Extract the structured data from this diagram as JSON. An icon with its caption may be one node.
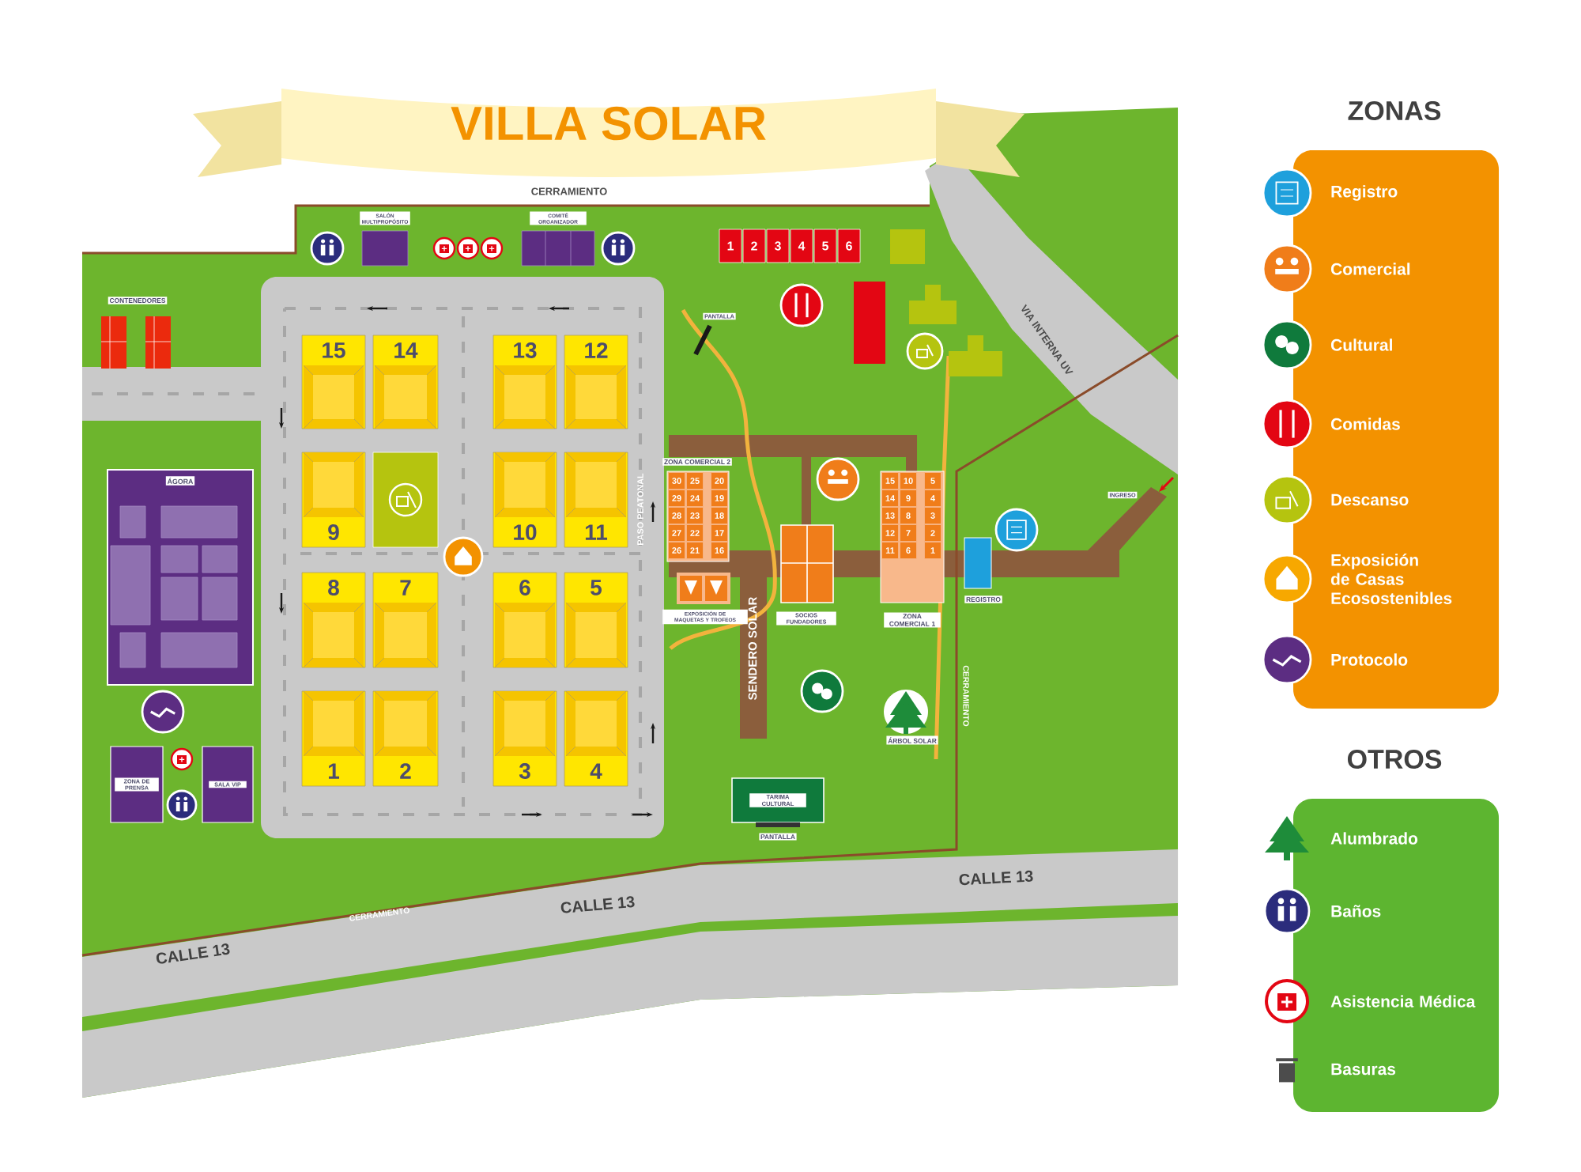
{
  "diagram": {
    "title": "VILLA SOLAR",
    "nodes": [
      {
        "text": [
          "1"
        ]
      },
      {
        "text": [
          "2"
        ]
      },
      {
        "text": [
          "3"
        ]
      },
      {
        "text": [
          "4"
        ]
      },
      {
        "text": [
          "5"
        ]
      },
      {
        "text": [
          "6"
        ]
      },
      {
        "text": [
          "7"
        ]
      },
      {
        "text": [
          "8"
        ]
      },
      {
        "text": [
          "9"
        ]
      },
      {
        "text": [
          "10"
        ]
      },
      {
        "text": [
          "11"
        ]
      },
      {
        "text": [
          "12"
        ]
      },
      {
        "text": [
          "13"
        ]
      },
      {
        "text": [
          "14"
        ]
      },
      {
        "text": [
          "15"
        ]
      },
      {
        "text": [
          "SALÓN MULTIPROPÓSITO"
        ]
      },
      {
        "text": [
          "COMITÉ ORGANIZADOR"
        ]
      },
      {
        "text": [
          "1"
        ]
      },
      {
        "text": [
          "2"
        ]
      },
      {
        "text": [
          "3"
        ]
      },
      {
        "text": [
          "4"
        ]
      },
      {
        "text": [
          "5"
        ]
      },
      {
        "text": [
          "6"
        ]
      },
      {
        "text": [
          "CONTENEDORES"
        ]
      },
      {
        "text": [
          "ÁGORA"
        ]
      },
      {
        "text": [
          "ZONA DE PRENSA"
        ]
      },
      {
        "text": [
          "SALA VIP"
        ]
      },
      {
        "text": [
          "ZONA COMERCIAL 2"
        ]
      },
      {
        "text": [
          "30"
        ],
        "in": 27
      },
      {
        "text": [
          "25"
        ],
        "in": 27
      },
      {
        "text": [
          "20"
        ],
        "in": 27
      },
      {
        "text": [
          "29"
        ],
        "in": 27
      },
      {
        "text": [
          "24"
        ],
        "in": 27
      },
      {
        "text": [
          "19"
        ],
        "in": 27
      },
      {
        "text": [
          "28"
        ],
        "in": 27
      },
      {
        "text": [
          "23"
        ],
        "in": 27
      },
      {
        "text": [
          "18"
        ],
        "in": 27
      },
      {
        "text": [
          "27"
        ],
        "in": 27
      },
      {
        "text": [
          "22"
        ],
        "in": 27
      },
      {
        "text": [
          "17"
        ],
        "in": 27
      },
      {
        "text": [
          "26"
        ],
        "in": 27
      },
      {
        "text": [
          "21"
        ],
        "in": 27
      },
      {
        "text": [
          "16"
        ],
        "in": 27
      },
      {
        "text": [
          "EXPOSICIÓN DE MAQUETAS Y TROFEOS"
        ]
      },
      {
        "text": [
          "SOCIOS FUNDADORES"
        ]
      },
      {
        "text": [
          "ZONA COMERCIAL 1"
        ]
      },
      {
        "text": [
          "15"
        ],
        "in": 45
      },
      {
        "text": [
          "10"
        ],
        "in": 45
      },
      {
        "text": [
          "5"
        ],
        "in": 45
      },
      {
        "text": [
          "14"
        ],
        "in": 45
      },
      {
        "text": [
          "9"
        ],
        "in": 45
      },
      {
        "text": [
          "4"
        ],
        "in": 45
      },
      {
        "text": [
          "13"
        ],
        "in": 45
      },
      {
        "text": [
          "8"
        ],
        "in": 45
      },
      {
        "text": [
          "3"
        ],
        "in": 45
      },
      {
        "text": [
          "12"
        ],
        "in": 45
      },
      {
        "text": [
          "7"
        ],
        "in": 45
      },
      {
        "text": [
          "2"
        ],
        "in": 45
      },
      {
        "text": [
          "11"
        ],
        "in": 45
      },
      {
        "text": [
          "6"
        ],
        "in": 45
      },
      {
        "text": [
          "1"
        ],
        "in": 45
      },
      {
        "text": [
          "REGISTRO"
        ]
      },
      {
        "text": [
          "ÁRBOL SOLAR"
        ]
      },
      {
        "text": [
          "TARIMA CULTURAL"
        ],
        "beside": [
          "PANTALLA"
        ]
      }
    ],
    "labels": [
      "ZONAS",
      "CERRAMIENTO",
      "PANTALLA",
      "VIA INTERNA UV",
      "INGRESO",
      "PASO PEATONAL",
      "SENDERO SOLAR",
      "CERRAMIENTO",
      "OTROS",
      "CALLE 13",
      "CALLE 13",
      "CERRAMIENTO",
      "CALLE 13"
    ],
    "legend": [
      {
        "text": "Registro",
        "color": "#1ea0dc"
      },
      {
        "text": "Comercial",
        "color": "#f07d1a"
      },
      {
        "text": "Cultural",
        "color": "#0f7a3c"
      },
      {
        "text": "Comidas",
        "color": "#e30613"
      },
      {
        "text": "Descanso",
        "color": "#b5c40f"
      },
      {
        "text": "Exposición de Casas Ecosostenibles",
        "color": "#f7a800"
      },
      {
        "text": "Protocolo",
        "color": "#5c2d82"
      },
      {
        "text": "Alumbrado"
      },
      {
        "text": "Baños"
      },
      {
        "text": "Asistencia Médica"
      },
      {
        "text": "Basuras"
      }
    ]
  }
}
